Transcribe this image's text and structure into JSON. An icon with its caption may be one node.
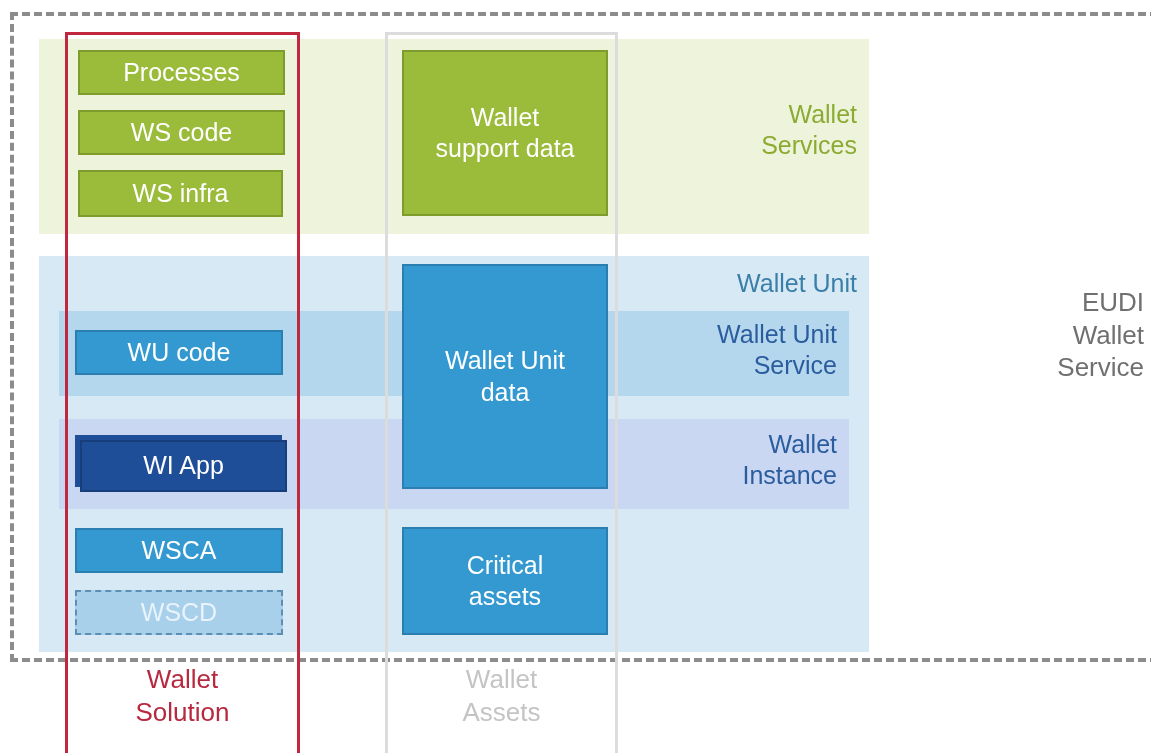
{
  "diagram": {
    "nodes": [
      {
        "text": [
          "EUDI Wallet Service"
        ]
      },
      {
        "text": [
          "Wallet Solution"
        ]
      },
      {
        "text": [
          "Wallet Assets"
        ]
      },
      {
        "text": [
          "Wallet Services"
        ],
        "in": 0
      },
      {
        "text": [
          "Processes"
        ]
      },
      {
        "text": [
          "WS code"
        ]
      },
      {
        "text": [
          "WS infra"
        ]
      },
      {
        "text": [
          "Wallet support data"
        ]
      },
      {
        "text": [
          "Wallet Unit"
        ],
        "in": 0
      },
      {
        "text": [
          "Wallet Unit Service"
        ],
        "in": 8
      },
      {
        "text": [
          "Wallet Instance"
        ],
        "in": 8
      },
      {
        "text": [
          "WU code"
        ]
      },
      {
        "text": [
          "Wallet Unit data"
        ]
      },
      {
        "text": [
          "WI App"
        ]
      },
      {
        "text": [
          "WSCA"
        ]
      },
      {
        "text": [
          "WSCD"
        ]
      },
      {
        "text": [
          "Critical assets"
        ]
      }
    ]
  }
}
